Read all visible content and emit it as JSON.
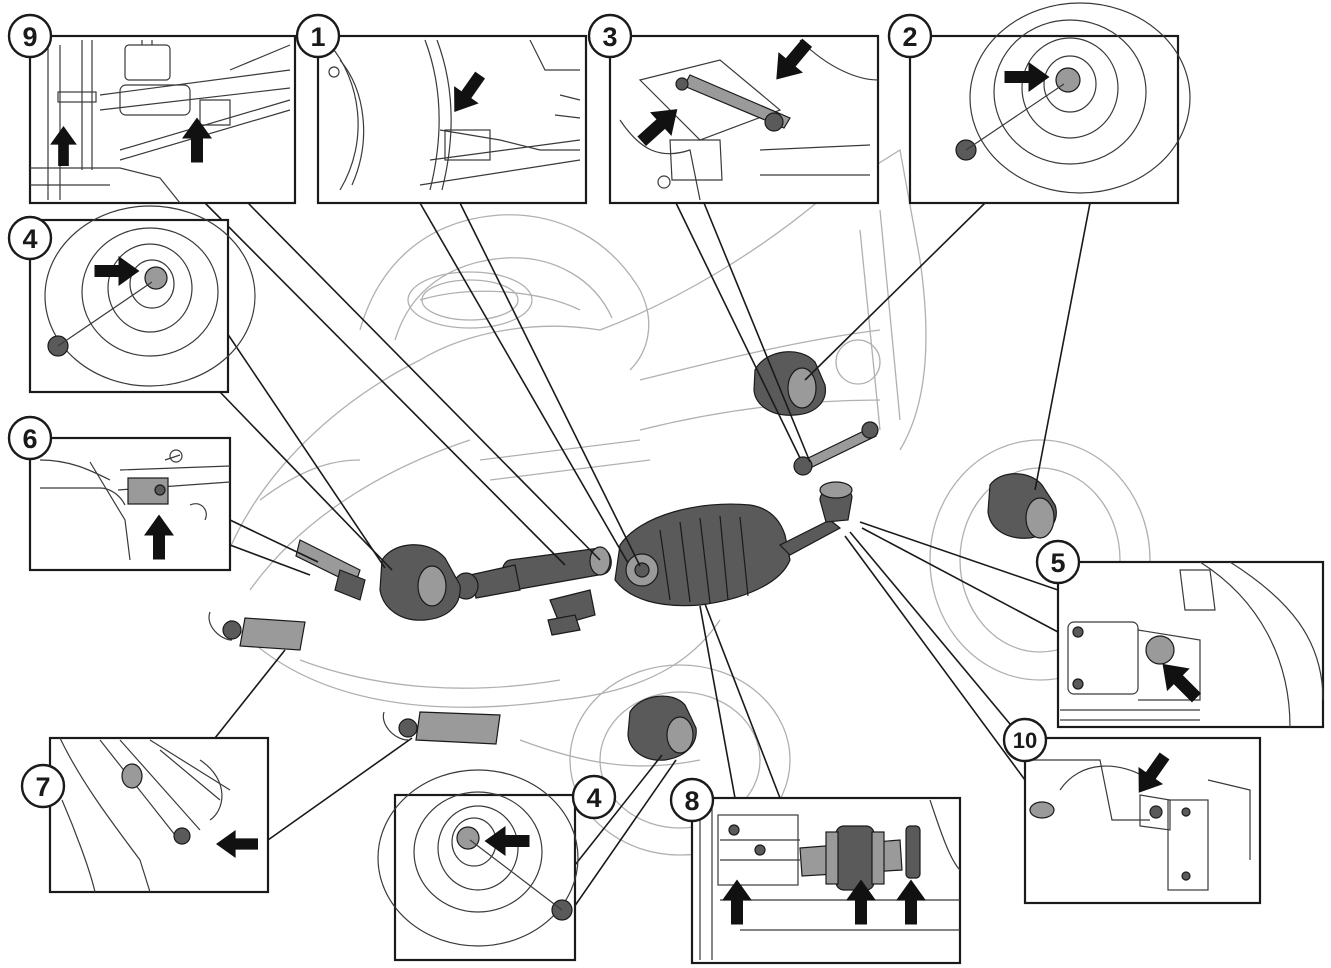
{
  "callouts": [
    {
      "id": "c9",
      "label": "9"
    },
    {
      "id": "c1",
      "label": "1"
    },
    {
      "id": "c3",
      "label": "3"
    },
    {
      "id": "c2",
      "label": "2"
    },
    {
      "id": "c4a",
      "label": "4"
    },
    {
      "id": "c6",
      "label": "6"
    },
    {
      "id": "c5",
      "label": "5"
    },
    {
      "id": "c7",
      "label": "7"
    },
    {
      "id": "c4b",
      "label": "4"
    },
    {
      "id": "c8",
      "label": "8"
    },
    {
      "id": "c10",
      "label": "10"
    }
  ]
}
